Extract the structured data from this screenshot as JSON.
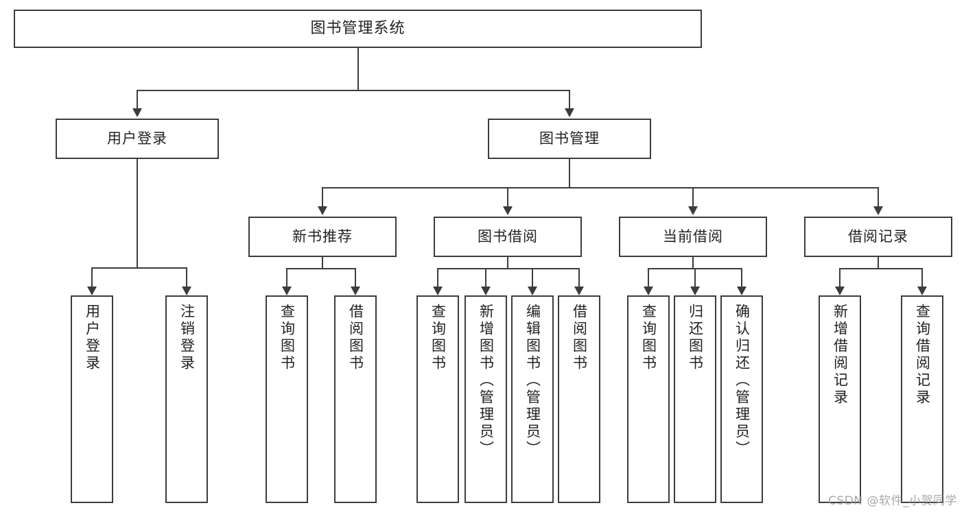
{
  "diagram": {
    "title": "图书管理系统",
    "type": "tree",
    "root": {
      "label": "图书管理系统"
    },
    "level1": [
      {
        "label": "用户登录"
      },
      {
        "label": "图书管理"
      }
    ],
    "level2": [
      {
        "label": "新书推荐"
      },
      {
        "label": "图书借阅"
      },
      {
        "label": "当前借阅"
      },
      {
        "label": "借阅记录"
      }
    ],
    "leaves": {
      "user_login": [
        {
          "label": "用户登录"
        },
        {
          "label": "注销登录"
        }
      ],
      "new_book_recommend": [
        {
          "label": "查询图书"
        },
        {
          "label": "借阅图书"
        }
      ],
      "book_borrow": [
        {
          "label": "查询图书"
        },
        {
          "label": "新增图书（管理员）"
        },
        {
          "label": "编辑图书（管理员）"
        },
        {
          "label": "借阅图书"
        }
      ],
      "current_borrow": [
        {
          "label": "查询图书"
        },
        {
          "label": "归还图书"
        },
        {
          "label": "确认归还（管理员）"
        }
      ],
      "borrow_record": [
        {
          "label": "新增借阅记录"
        },
        {
          "label": "查询借阅记录"
        }
      ]
    }
  },
  "watermark": {
    "text": "CSDN @软件_小贺同学"
  },
  "colors": {
    "stroke": "#3c3c3c",
    "text": "#222222",
    "background": "#ffffff",
    "watermark": "#9a9a9a"
  }
}
